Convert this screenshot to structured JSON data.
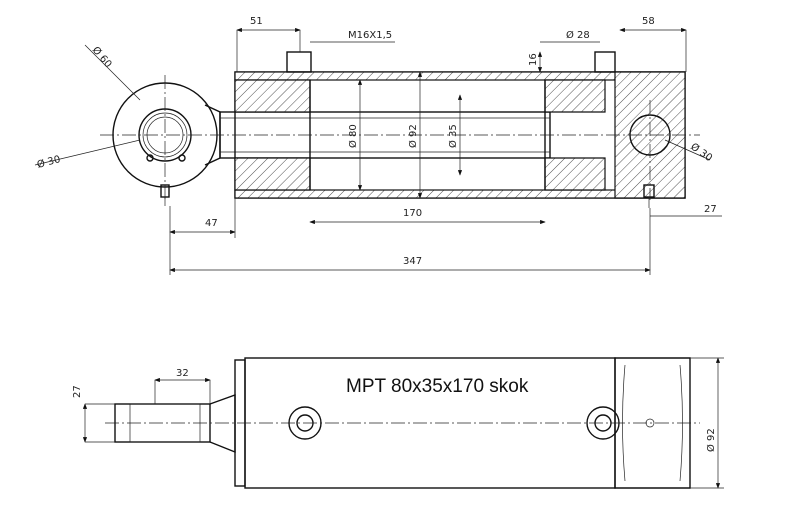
{
  "title": "MPT  80x35x170 skok",
  "top_view": {
    "dim_51": "51",
    "thread": "M16X1,5",
    "dia_28": "Ø 28",
    "dim_58": "58",
    "dim_16": "16",
    "dia_60": "Ø 60",
    "dia_30_left": "Ø 30",
    "dia_80": "Ø 80",
    "dia_92": "Ø 92",
    "dia_35": "Ø 35",
    "dia_30_right": "Ø 30",
    "dim_170": "170",
    "dim_47": "47",
    "dim_27": "27",
    "dim_347": "347"
  },
  "bottom_view": {
    "dim_27": "27",
    "dim_32": "32",
    "dia_92": "Ø 92"
  }
}
